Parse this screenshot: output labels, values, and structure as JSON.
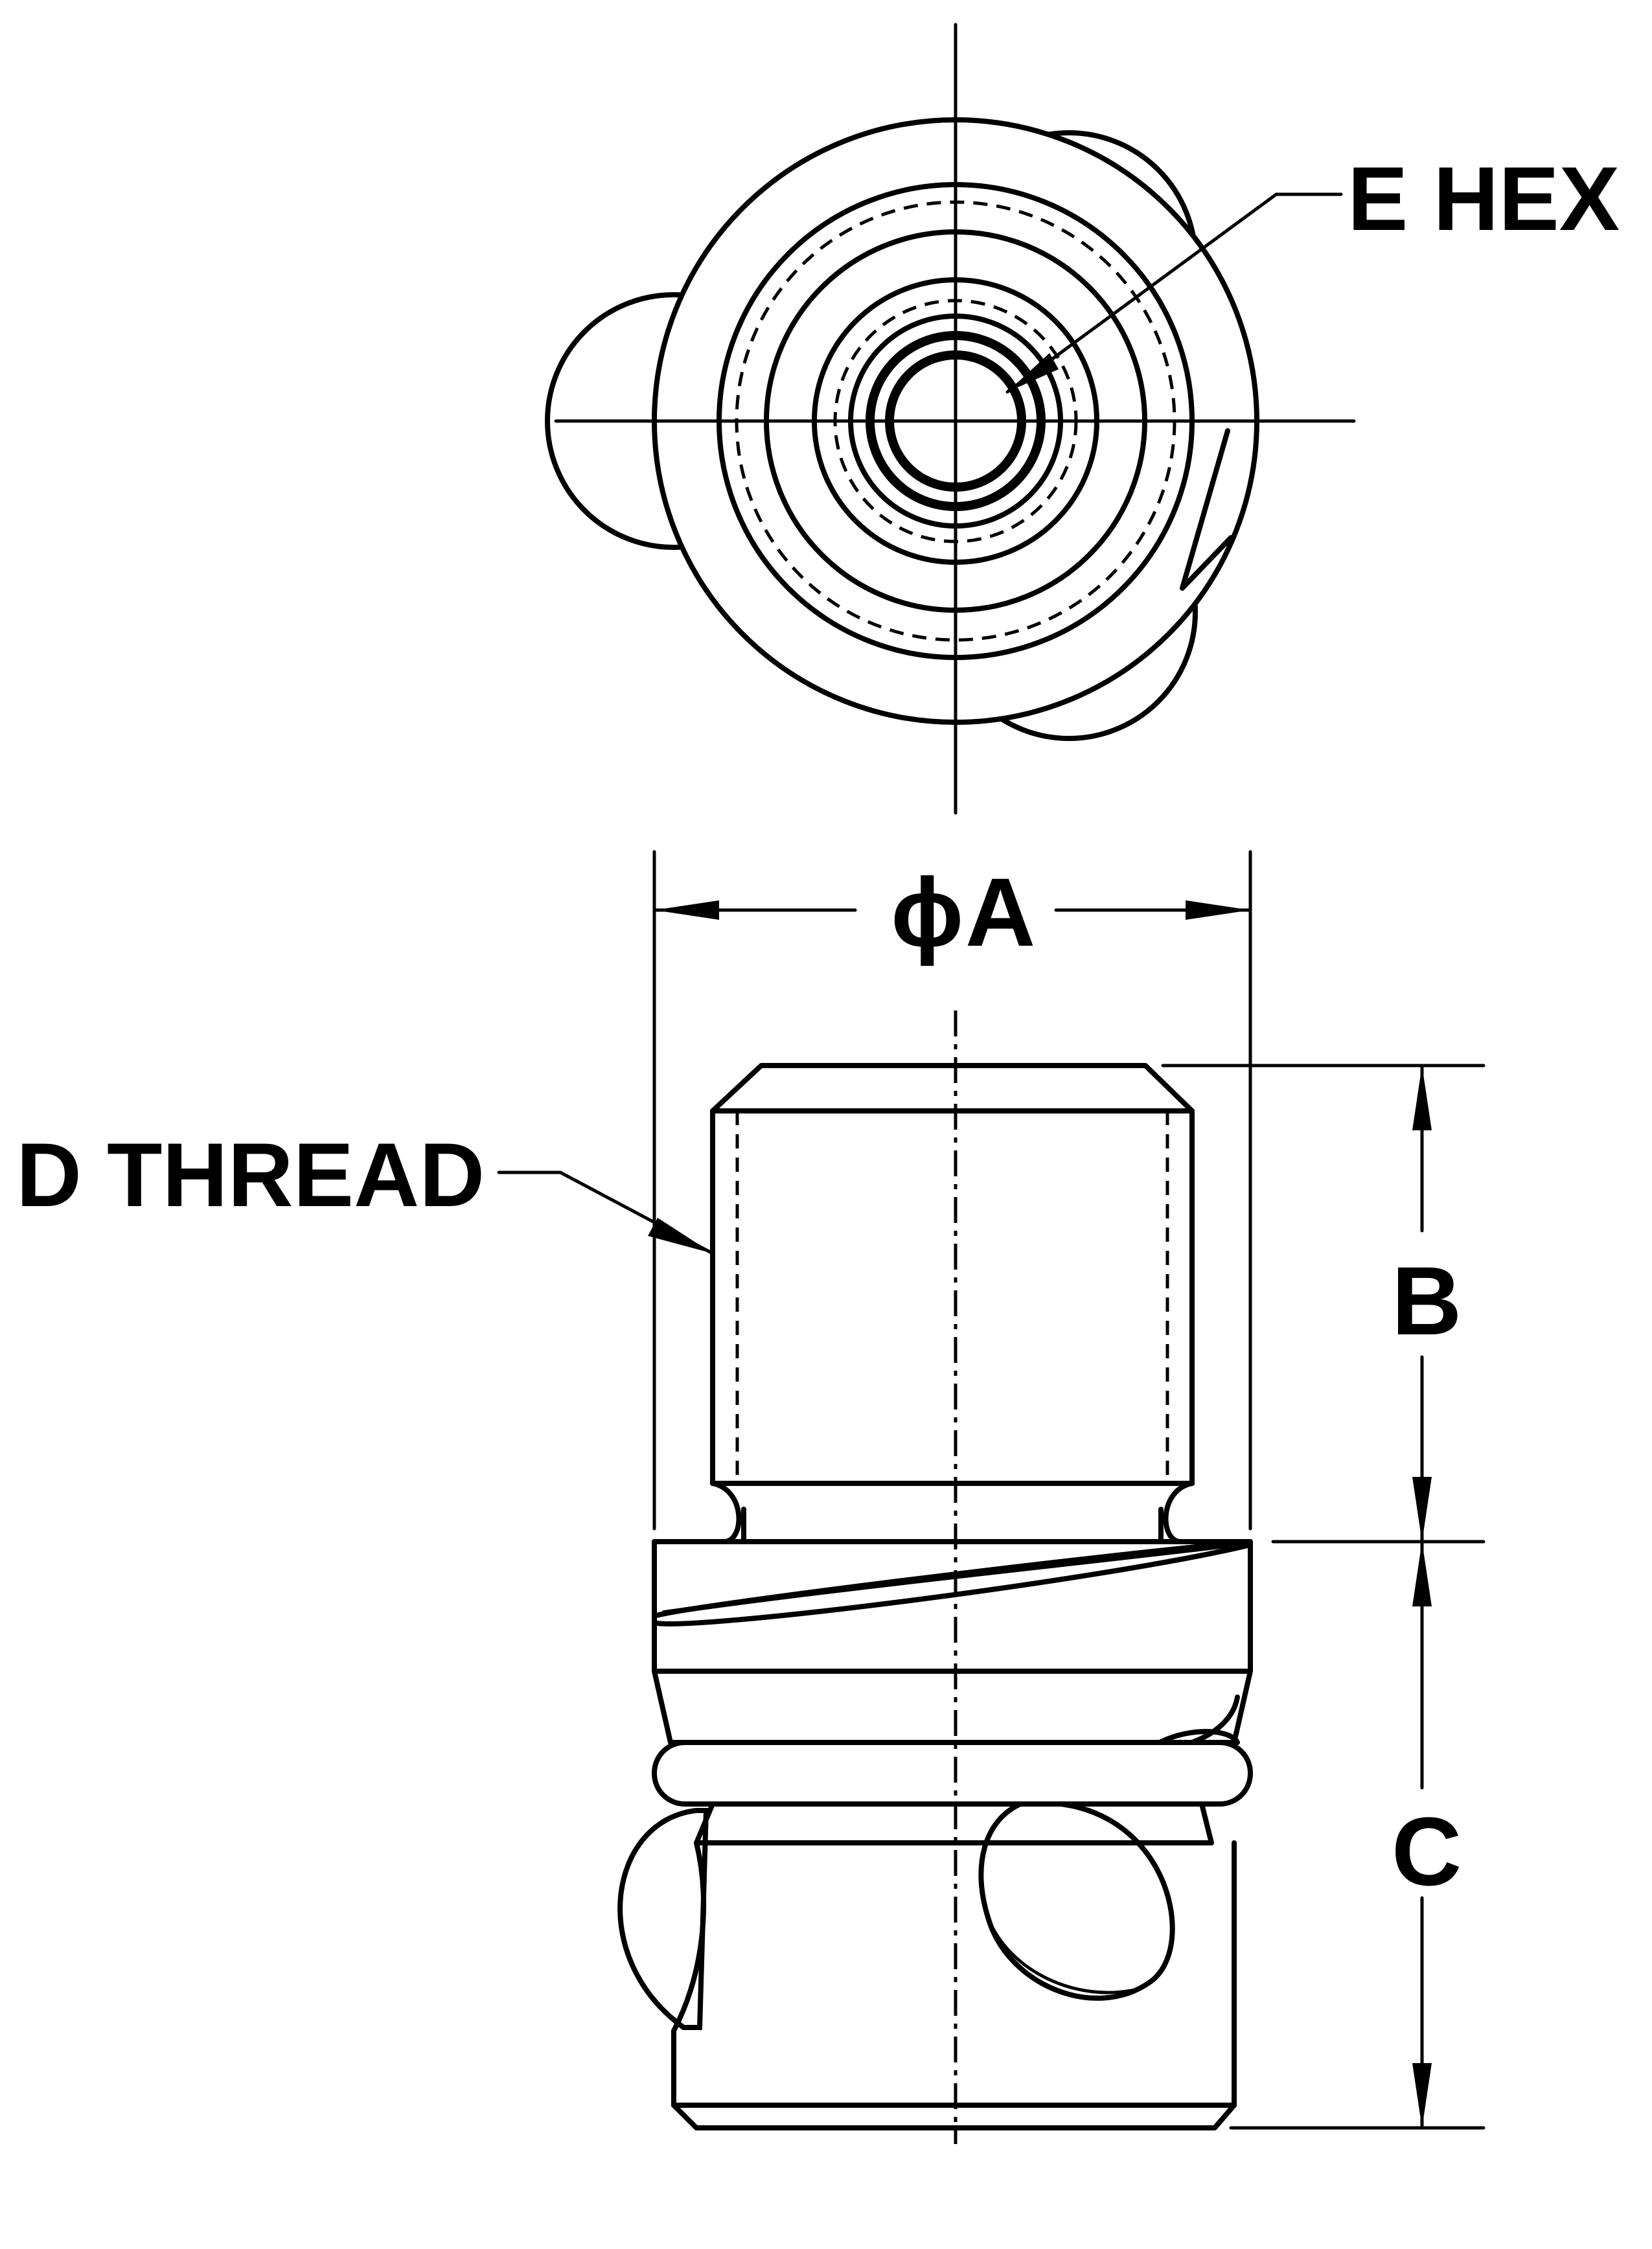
{
  "labels": {
    "hex": "E HEX",
    "thread": "D THREAD",
    "diameter_symbol": "ϕ",
    "diameter": "A",
    "height_upper": "B",
    "height_lower": "C"
  }
}
